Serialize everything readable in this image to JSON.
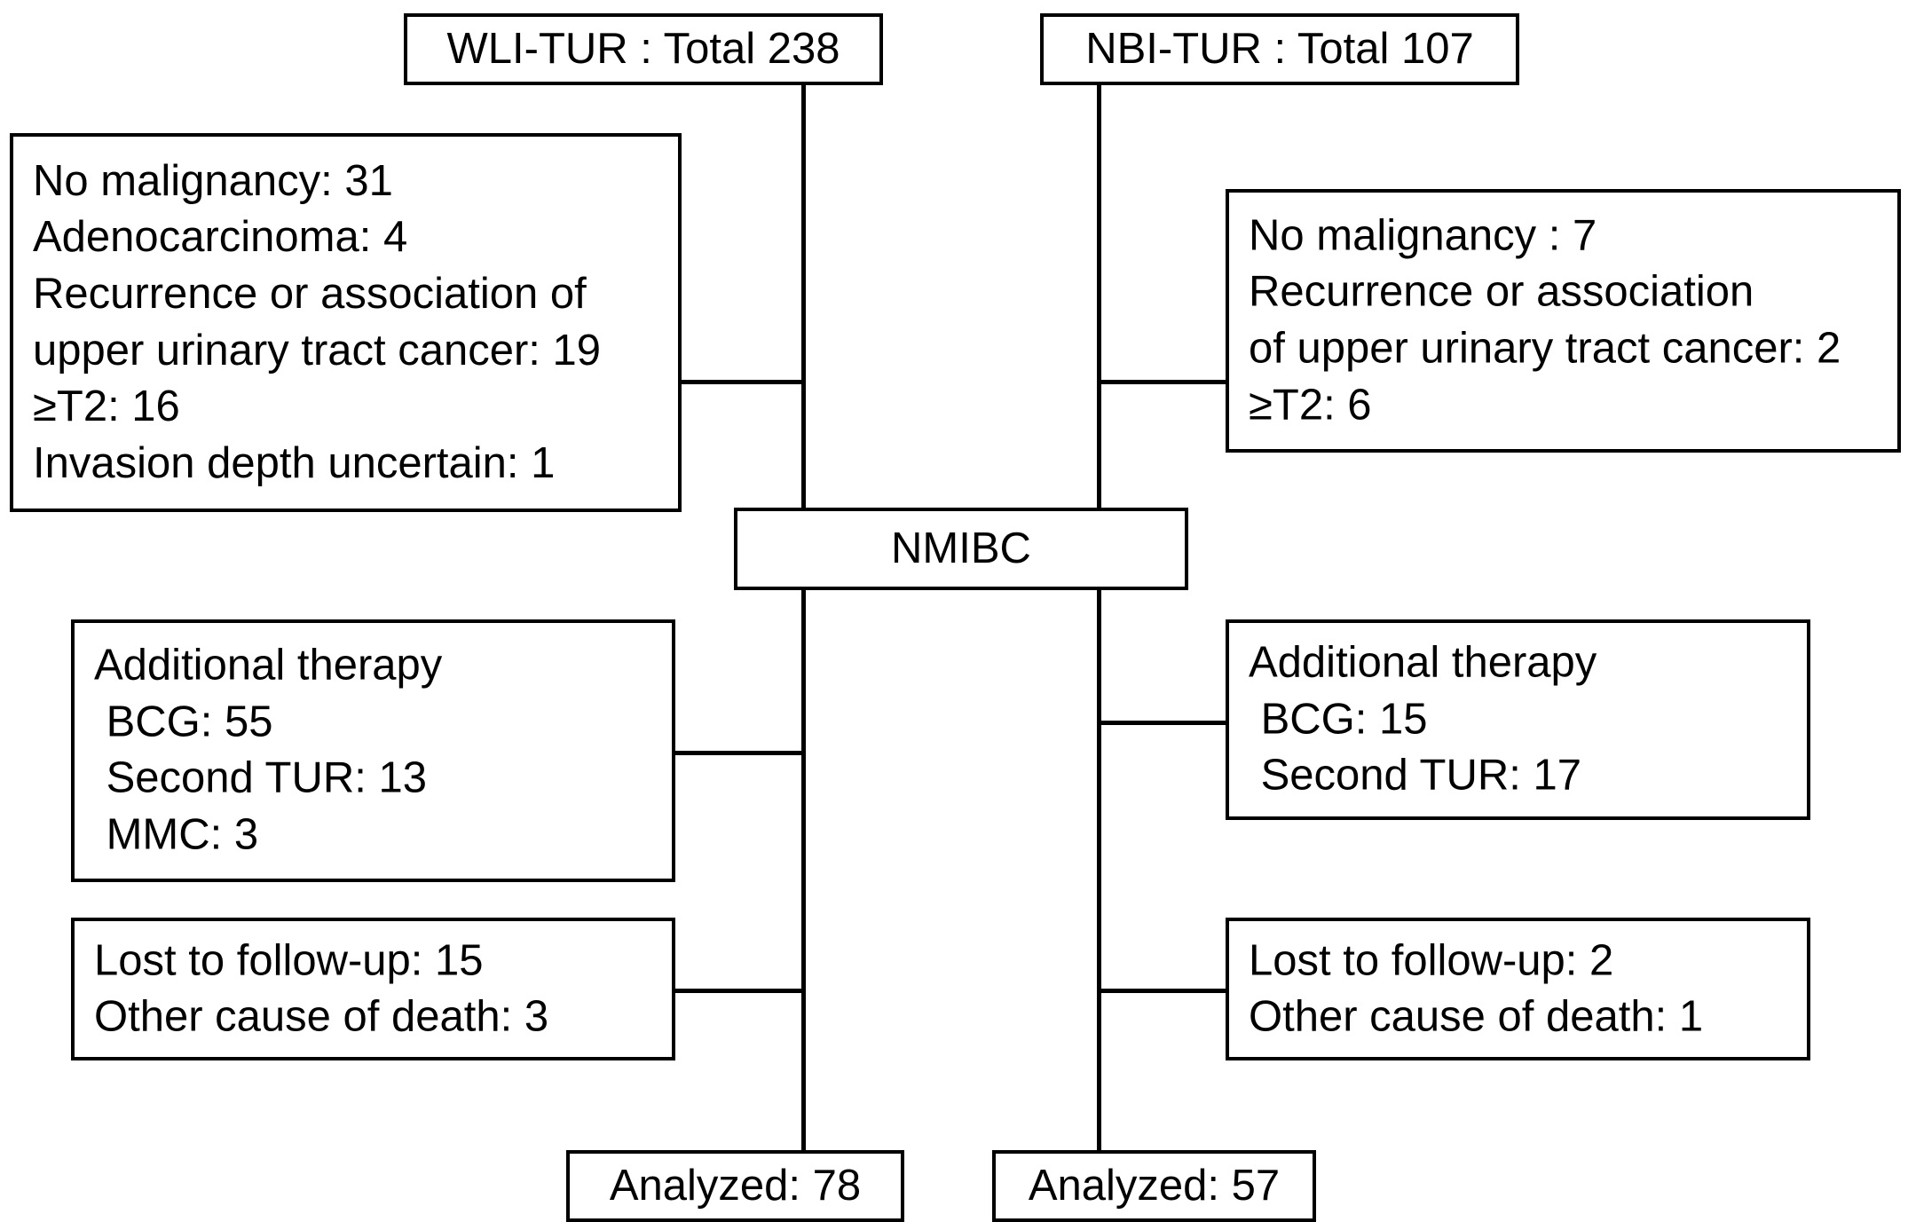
{
  "diagram": {
    "type": "consort-flow-diagram",
    "title_hidden": "",
    "arms": [
      {
        "id": "wli",
        "label": "WLI-TUR : Total 238",
        "modality": "WLI-TUR",
        "total": 238,
        "analyzed_label": "Analyzed: 78",
        "analyzed": 78
      },
      {
        "id": "nbi",
        "label": "NBI-TUR : Total 107",
        "modality": "NBI-TUR",
        "total": 107,
        "analyzed_label": "Analyzed: 57",
        "analyzed": 57
      }
    ],
    "shared_node": {
      "label": "NMIBC"
    },
    "wli_exclusions": {
      "lines": [
        "No malignancy: 31",
        "Adenocarcinoma: 4",
        "Recurrence or association of",
        "upper urinary tract cancer: 19",
        "≥T2: 16",
        "Invasion depth uncertain: 1"
      ],
      "text": "No malignancy: 31\nAdenocarcinoma: 4\nRecurrence or association of\nupper urinary tract cancer: 19\n≥T2: 16\nInvasion depth uncertain: 1"
    },
    "nbi_exclusions": {
      "lines": [
        "No malignancy : 7",
        "Recurrence or association",
        "of upper urinary tract cancer: 2",
        "≥T2: 6"
      ],
      "text": "No malignancy : 7\nRecurrence or association\nof upper urinary tract cancer: 2\n≥T2: 6"
    },
    "wli_therapy": {
      "lines": [
        "Additional therapy",
        " BCG: 55",
        " Second TUR: 13",
        " MMC: 3"
      ],
      "text": "Additional therapy\n BCG: 55\n Second TUR: 13\n MMC: 3"
    },
    "nbi_therapy": {
      "lines": [
        "Additional therapy",
        " BCG: 15",
        " Second TUR: 17"
      ],
      "text": "Additional therapy\n BCG: 15\n Second TUR: 17"
    },
    "wli_followup": {
      "lines": [
        "Lost to follow-up: 15",
        "Other cause of death: 3"
      ],
      "text": "Lost to follow-up: 15\nOther cause of death: 3"
    },
    "nbi_followup": {
      "lines": [
        "Lost to follow-up: 2",
        "Other cause of death: 1"
      ],
      "text": "Lost to follow-up: 2\nOther cause of death: 1"
    },
    "colors": {
      "stroke": "#000000",
      "fill": "#ffffff",
      "text": "#000000"
    }
  }
}
